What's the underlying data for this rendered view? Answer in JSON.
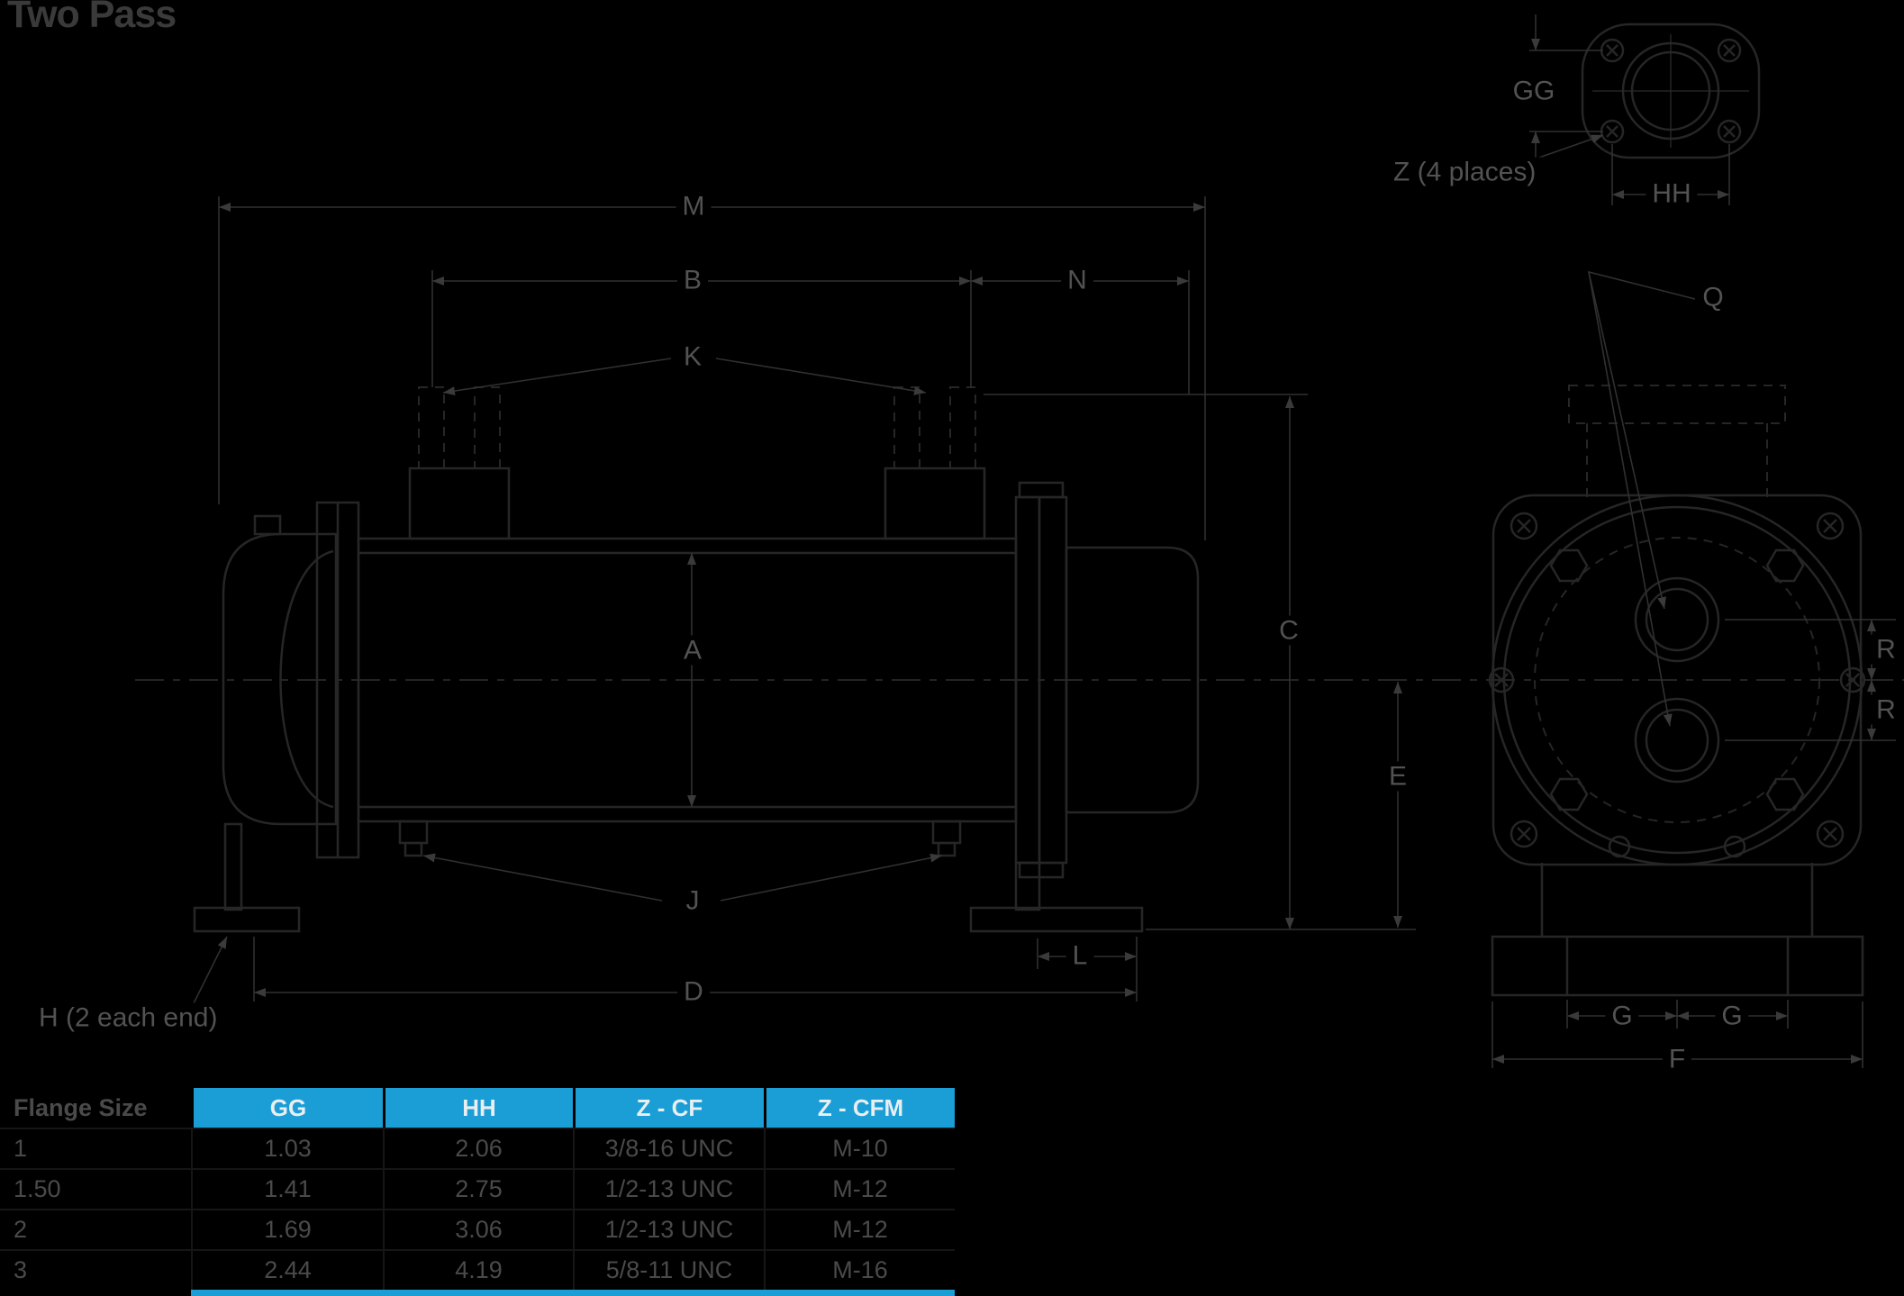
{
  "title": "Two Pass",
  "colors": {
    "background": "#000000",
    "accent_cyan": "#1b9ed6",
    "drawing_line": "#262626",
    "dimension_line": "#303030",
    "label_text": "#525252",
    "table_text": "#4a4a4a",
    "header_text": "#e9eef1"
  },
  "drawing": {
    "labels": {
      "m": "M",
      "b": "B",
      "n": "N",
      "k": "K",
      "a": "A",
      "c": "C",
      "e": "E",
      "j": "J",
      "l": "L",
      "d": "D",
      "h": "H (2 each end)",
      "q": "Q",
      "r_upper": "R",
      "r_lower": "R",
      "g_left": "G",
      "g_right": "G",
      "f": "F",
      "gg": "GG",
      "hh": "HH",
      "z": "Z (4 places)"
    }
  },
  "table": {
    "row_header_label": "Flange Size",
    "columns": [
      "GG",
      "HH",
      "Z - CF",
      "Z - CFM"
    ],
    "rows": [
      {
        "flange_size": "1",
        "values": [
          "1.03",
          "2.06",
          "3/8-16 UNC",
          "M-10"
        ]
      },
      {
        "flange_size": "1.50",
        "values": [
          "1.41",
          "2.75",
          "1/2-13 UNC",
          "M-12"
        ]
      },
      {
        "flange_size": "2",
        "values": [
          "1.69",
          "3.06",
          "1/2-13 UNC",
          "M-12"
        ]
      },
      {
        "flange_size": "3",
        "values": [
          "2.44",
          "4.19",
          "5/8-11 UNC",
          "M-16"
        ]
      }
    ]
  }
}
